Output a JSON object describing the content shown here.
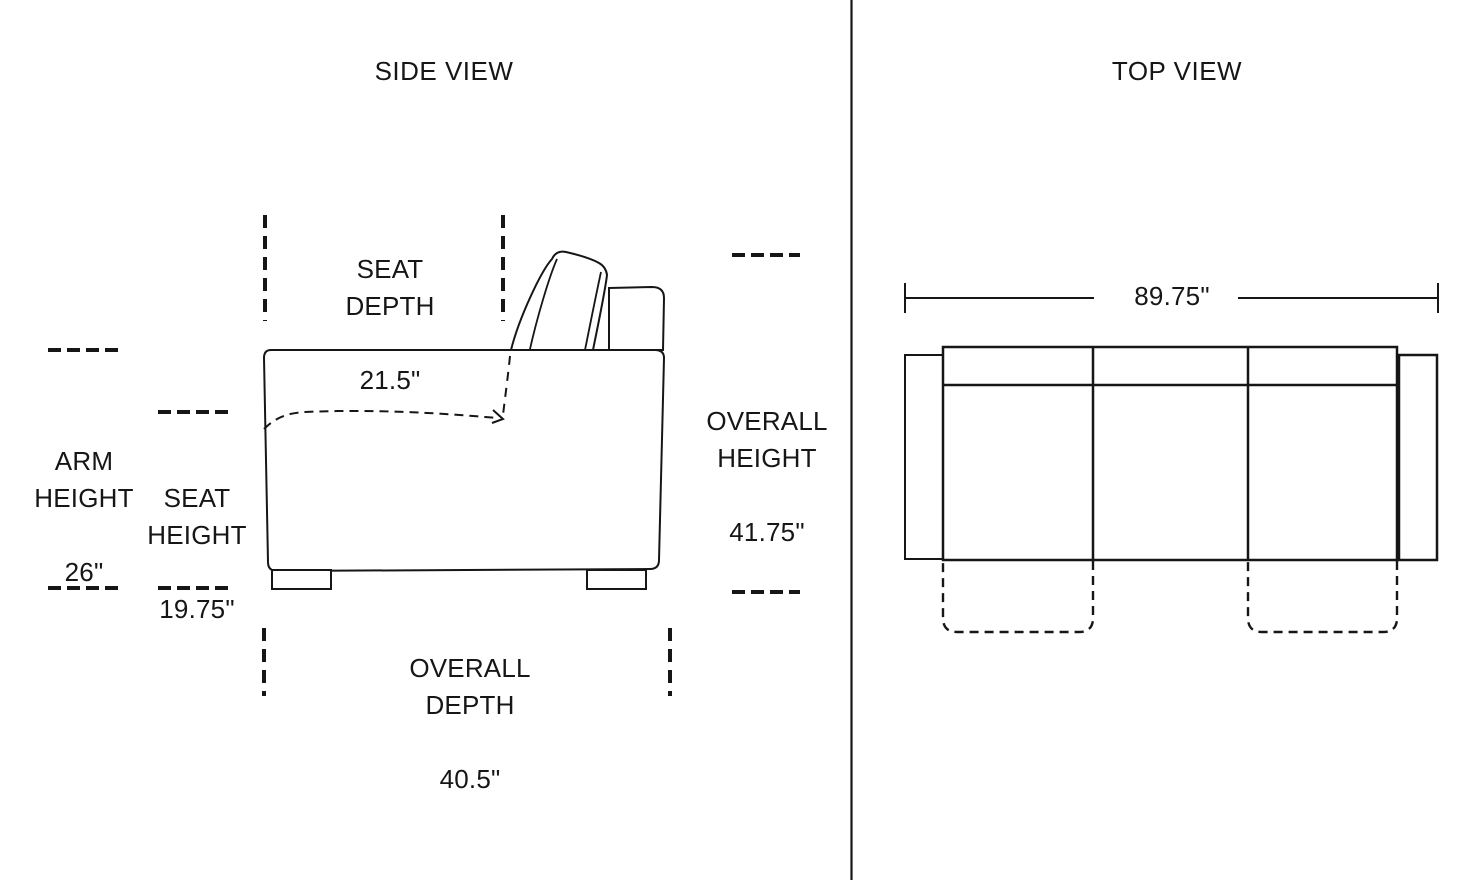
{
  "page": {
    "background": "#ffffff",
    "line_color": "#161616"
  },
  "side_view": {
    "title": "SIDE VIEW",
    "dimensions": {
      "seat_depth": {
        "label": "SEAT\nDEPTH",
        "value": "21.5\""
      },
      "arm_height": {
        "label": "ARM\nHEIGHT",
        "value": "26\""
      },
      "seat_height": {
        "label": "SEAT\nHEIGHT",
        "value": "19.75\""
      },
      "overall_height": {
        "label": "OVERALL\nHEIGHT",
        "value": "41.75\""
      },
      "overall_depth": {
        "label": "OVERALL\nDEPTH",
        "value": "40.5\""
      }
    }
  },
  "top_view": {
    "title": "TOP VIEW",
    "dimensions": {
      "overall_width": {
        "value": "89.75\""
      }
    }
  }
}
